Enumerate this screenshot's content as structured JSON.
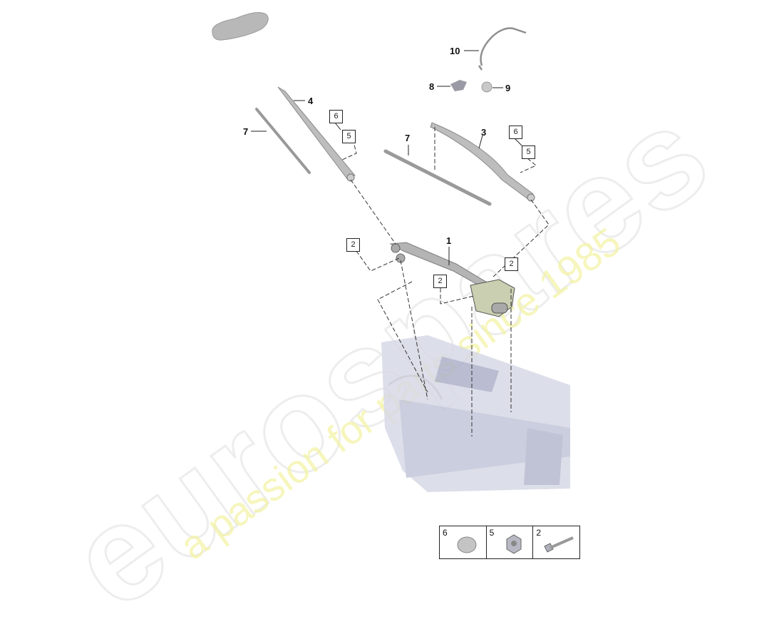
{
  "diagram": {
    "title_icon": "car-silhouette-icon",
    "callouts": [
      {
        "id": "1",
        "label": "1",
        "part": "wiper linkage with motor"
      },
      {
        "id": "3",
        "label": "3",
        "part": "wiper arm right"
      },
      {
        "id": "4",
        "label": "4",
        "part": "wiper arm left"
      },
      {
        "id": "7a",
        "label": "7",
        "part": "wiper blade left"
      },
      {
        "id": "7b",
        "label": "7",
        "part": "wiper blade right"
      },
      {
        "id": "8",
        "label": "8",
        "part": "connector"
      },
      {
        "id": "9",
        "label": "9",
        "part": "grommet"
      },
      {
        "id": "10",
        "label": "10",
        "part": "wiring harness"
      }
    ],
    "boxed_refs": [
      {
        "label": "6",
        "pos": "left-arm-cap"
      },
      {
        "label": "5",
        "pos": "left-arm-nut"
      },
      {
        "label": "6",
        "pos": "right-arm-cap"
      },
      {
        "label": "5",
        "pos": "right-arm-nut"
      },
      {
        "label": "2",
        "pos": "linkage-left-bolt"
      },
      {
        "label": "2",
        "pos": "motor-left-bolt"
      },
      {
        "label": "2",
        "pos": "motor-right-bolt"
      }
    ],
    "legend": [
      {
        "label": "6",
        "icon": "cap-icon"
      },
      {
        "label": "5",
        "icon": "hex-nut-icon"
      },
      {
        "label": "2",
        "icon": "bolt-icon"
      }
    ]
  },
  "watermark": {
    "brand": "eurospares",
    "tagline": "a passion for parts since 1985"
  }
}
